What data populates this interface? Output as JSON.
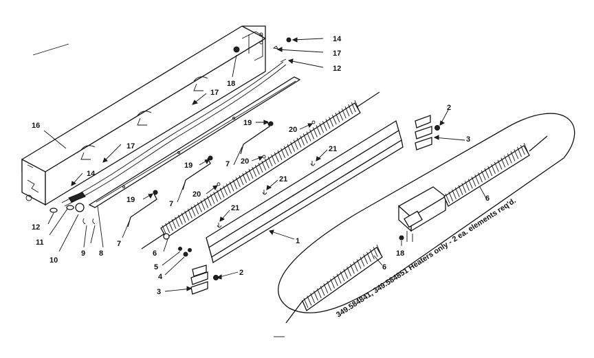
{
  "callouts": [
    {
      "id": "c14a",
      "text": "14"
    },
    {
      "id": "c17a",
      "text": "17"
    },
    {
      "id": "c12a",
      "text": "12"
    },
    {
      "id": "c18a",
      "text": "18"
    },
    {
      "id": "c17b",
      "text": "17"
    },
    {
      "id": "c17c",
      "text": "17"
    },
    {
      "id": "c16",
      "text": "16"
    },
    {
      "id": "c14b",
      "text": "14"
    },
    {
      "id": "c12b",
      "text": "12"
    },
    {
      "id": "c11",
      "text": "11"
    },
    {
      "id": "c10",
      "text": "10"
    },
    {
      "id": "c9",
      "text": "9"
    },
    {
      "id": "c8",
      "text": "8"
    },
    {
      "id": "c7a",
      "text": "7"
    },
    {
      "id": "c7b",
      "text": "7"
    },
    {
      "id": "c7c",
      "text": "7"
    },
    {
      "id": "c19a",
      "text": "19"
    },
    {
      "id": "c19b",
      "text": "19"
    },
    {
      "id": "c19c",
      "text": "19"
    },
    {
      "id": "c20a",
      "text": "20"
    },
    {
      "id": "c20b",
      "text": "20"
    },
    {
      "id": "c20c",
      "text": "20"
    },
    {
      "id": "c21a",
      "text": "21"
    },
    {
      "id": "c21b",
      "text": "21"
    },
    {
      "id": "c21c",
      "text": "21"
    },
    {
      "id": "c6a",
      "text": "6"
    },
    {
      "id": "c5",
      "text": "5"
    },
    {
      "id": "c4",
      "text": "4"
    },
    {
      "id": "c3a",
      "text": "3"
    },
    {
      "id": "c2a",
      "text": "2"
    },
    {
      "id": "c1",
      "text": "1"
    },
    {
      "id": "c2b",
      "text": "2"
    },
    {
      "id": "c3b",
      "text": "3"
    },
    {
      "id": "c6b",
      "text": "6"
    },
    {
      "id": "c6c",
      "text": "6"
    },
    {
      "id": "c18b",
      "text": "18"
    }
  ],
  "inset_note": "349.584841, 349.584851 Heaters only - 2 ea. elements req'd."
}
